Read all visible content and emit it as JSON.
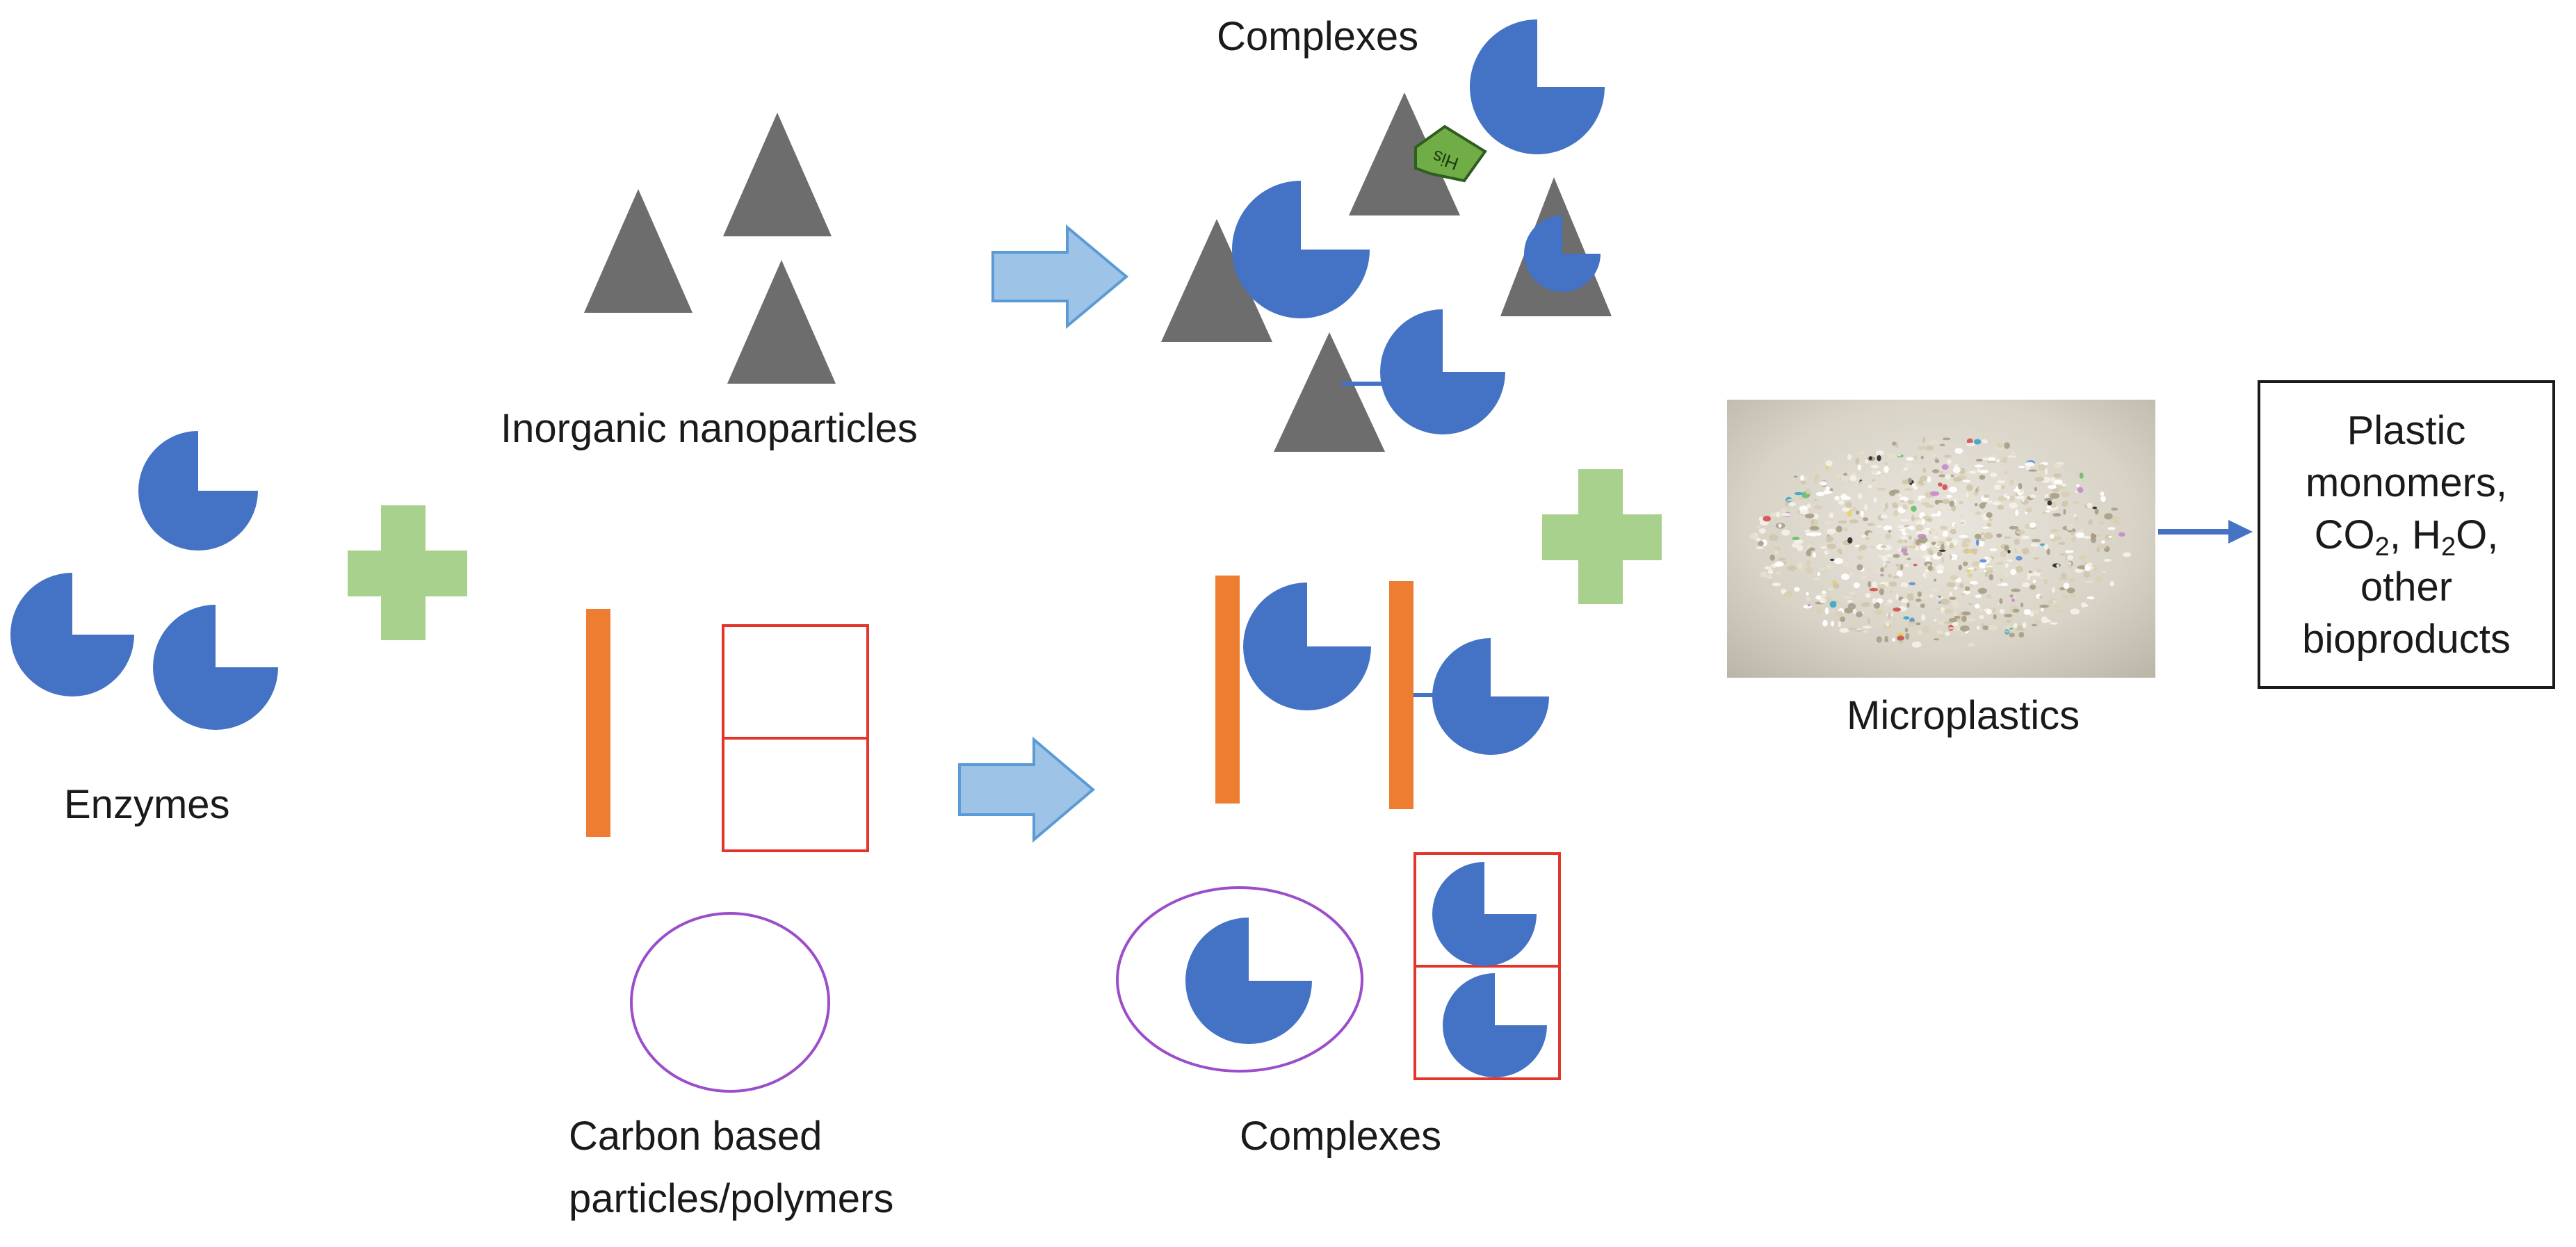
{
  "labels": {
    "enzymes": "Enzymes",
    "inorganic_nanoparticles": "Inorganic nanoparticles",
    "complexes_top": "Complexes",
    "carbon_based_line1": "Carbon based",
    "carbon_based_line2": "particles/polymers",
    "complexes_bottom": "Complexes",
    "microplastics": "Microplastics",
    "his_tag": "His"
  },
  "products": {
    "line1": "Plastic",
    "line2": "monomers,",
    "line3_co": "CO",
    "line3_co_sub": "2",
    "line3_sep": ", ",
    "line3_h": "H",
    "line3_h_sub": "2",
    "line3_o": "O,",
    "line4": "other",
    "line5": "bioproducts"
  },
  "colors": {
    "enzyme_blue": "#4472C4",
    "nanoparticle_gray": "#6d6d6d",
    "plus_green": "#A9D18E",
    "arrow_fill": "#9DC3E6",
    "arrow_stroke": "#5B9BD5",
    "carbon_rod_orange": "#ED7D31",
    "square_red": "#E2352B",
    "ellipse_purple": "#9B4DCA",
    "his_tag_green": "#70AD47",
    "output_arrow_blue": "#4472C4"
  },
  "icons": {
    "enzyme": "pacman-enzyme-icon",
    "nanoparticle": "triangle-nanoparticle-icon",
    "plus": "plus-icon",
    "arrow": "right-arrow-icon",
    "microplastics": "microplastics-photo"
  }
}
